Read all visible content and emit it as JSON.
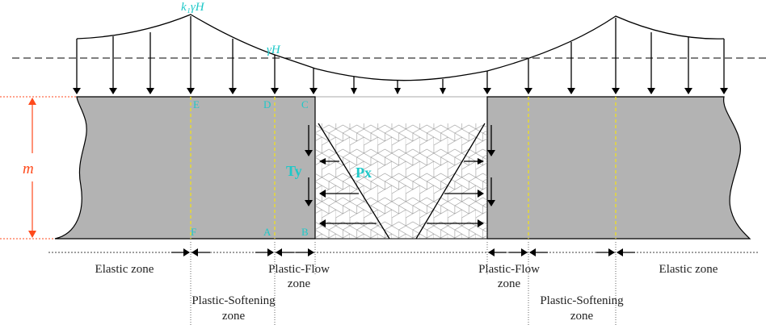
{
  "labels": {
    "peak_load": "k₁γH",
    "overburden_load": "γH",
    "thickness": "m",
    "horizontal_force": "Px",
    "shear_force": "Ty"
  },
  "points": {
    "E": "E",
    "D": "D",
    "C": "C",
    "F": "F",
    "A": "A",
    "B": "B"
  },
  "zones": {
    "left_elastic": "Elastic zone",
    "left_plastic_flow_1": "Plastic-Flow",
    "left_plastic_flow_2": "zone",
    "left_plastic_softening_1": "Plastic-Softening",
    "left_plastic_softening_2": "zone",
    "right_plastic_flow_1": "Plastic-Flow",
    "right_plastic_flow_2": "zone",
    "right_plastic_softening_1": "Plastic-Softening",
    "right_plastic_softening_2": "zone",
    "right_elastic": "Elastic zone"
  },
  "colors": {
    "rock": "#b3b3b3",
    "annotation": "#1ec8c8",
    "dimension": "#ff4a1c",
    "zone_boundary": "#f0e020"
  }
}
